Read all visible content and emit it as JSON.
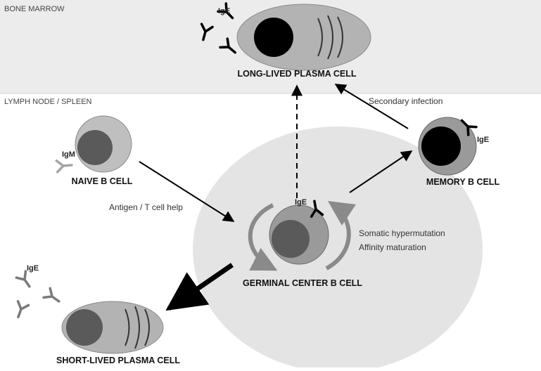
{
  "regions": {
    "bone_marrow": "BONE MARROW",
    "lymph_node": "LYMPH NODE / SPLEEN"
  },
  "cells": {
    "long_lived": "LONG-LIVED PLASMA CELL",
    "naive": "NAIVE B CELL",
    "germinal_center": "GERMINAL CENTER B CELL",
    "memory": "MEMORY B CELL",
    "short_lived": "SHORT-LIVED PLASMA CELL"
  },
  "arrows": {
    "antigen_help": "Antigen / T cell help",
    "secondary_infection": "Secondary infection",
    "somatic_hypermutation": "Somatic hypermutation",
    "affinity_maturation": "Affinity maturation"
  },
  "antibodies": {
    "ige": "IgE",
    "igm": "IgM"
  },
  "colors": {
    "bone_marrow_band": "#ececec",
    "germinal_halo": "#e4e4e4",
    "plasma_body": "#b3b3b3",
    "nucleus_dark": "#000000",
    "nucleus_mid": "#5a5a5a",
    "memory_body": "#9a9a9a",
    "naive_body": "#bfbfbf",
    "igm_antibody": "#a6a6a6"
  }
}
